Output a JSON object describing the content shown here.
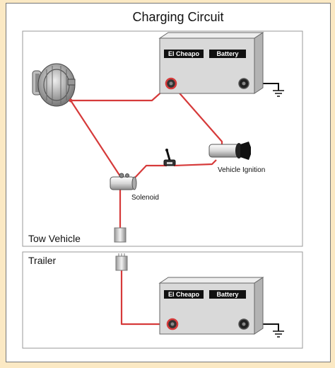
{
  "title": "Charging Circuit",
  "sections": {
    "tow_vehicle": "Tow Vehicle",
    "trailer": "Trailer"
  },
  "components": {
    "battery_brand": "El Cheapo",
    "battery_word": "Battery",
    "solenoid": "Solenoid",
    "ignition": "Vehicle Ignition"
  },
  "colors": {
    "wire": "#d63a3a",
    "background": "#fbe9c4",
    "battery_body": "#d9d9d9",
    "label_box": "#111111"
  },
  "icons": [
    "alternator-icon",
    "battery-icon",
    "solenoid-icon",
    "toggle-switch-icon",
    "ignition-key-icon",
    "connector-plug-icon",
    "ground-icon"
  ]
}
